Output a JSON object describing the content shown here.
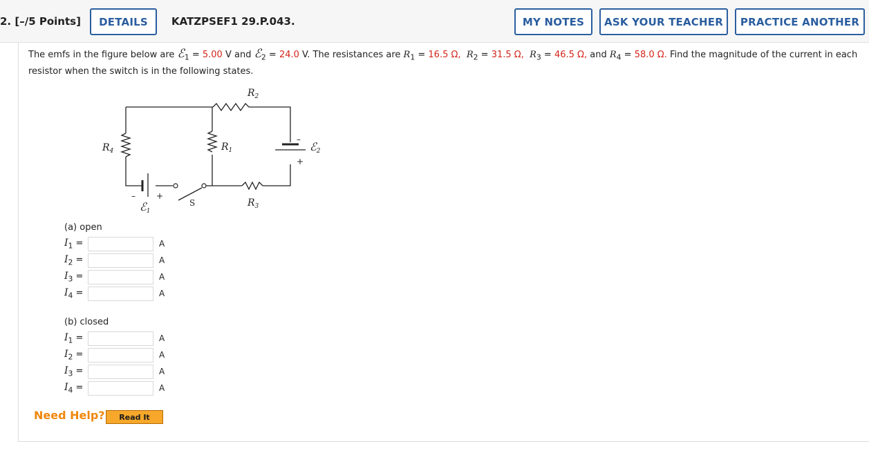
{
  "header": {
    "question_number": "2. [–/5 Points]",
    "details_label": "DETAILS",
    "problem_code": "KATZPSEF1 29.P.043.",
    "my_notes_label": "MY NOTES",
    "ask_teacher_label": "ASK YOUR TEACHER",
    "practice_another_label": "PRACTICE ANOTHER"
  },
  "problem": {
    "t1": "The emfs in the figure below are ",
    "emf1_sym": "ℰ",
    "emf1_sub": "1",
    "eq": " = ",
    "emf1_value": "5.00",
    "t2": " V and ",
    "emf2_sym": "ℰ",
    "emf2_sub": "2",
    "emf2_value": "24.0",
    "t3": " V. The resistances are ",
    "r_sym": "R",
    "r1_sub": "1",
    "r1_value": "16.5 Ω,",
    "r2_sub": "2",
    "r2_value": "31.5 Ω,",
    "r3_sub": "3",
    "r3_value": "46.5 Ω,",
    "t_and": " and ",
    "r4_sub": "4",
    "r4_value": "58.0 Ω.",
    "t4": " Find the magnitude of the current in each resistor when the switch is in the following states."
  },
  "figure": {
    "label_r1": "R",
    "label_r1_sub": "1",
    "label_r2": "R",
    "label_r2_sub": "2",
    "label_r3": "R",
    "label_r3_sub": "3",
    "label_r4": "R",
    "label_r4_sub": "4",
    "label_e1": "ℰ",
    "label_e1_sub": "1",
    "label_e2": "ℰ",
    "label_e2_sub": "2",
    "label_s": "S",
    "plus": "+",
    "minus": "–"
  },
  "parts": {
    "a": {
      "label": "(a) open",
      "rows": [
        {
          "var": "I",
          "sub": "1",
          "eq": " =",
          "value": "",
          "unit": "A"
        },
        {
          "var": "I",
          "sub": "2",
          "eq": " =",
          "value": "",
          "unit": "A"
        },
        {
          "var": "I",
          "sub": "3",
          "eq": " =",
          "value": "",
          "unit": "A"
        },
        {
          "var": "I",
          "sub": "4",
          "eq": " =",
          "value": "",
          "unit": "A"
        }
      ]
    },
    "b": {
      "label": "(b) closed",
      "rows": [
        {
          "var": "I",
          "sub": "1",
          "eq": " =",
          "value": "",
          "unit": "A"
        },
        {
          "var": "I",
          "sub": "2",
          "eq": " =",
          "value": "",
          "unit": "A"
        },
        {
          "var": "I",
          "sub": "3",
          "eq": " =",
          "value": "",
          "unit": "A"
        },
        {
          "var": "I",
          "sub": "4",
          "eq": " =",
          "value": "",
          "unit": "A"
        }
      ]
    }
  },
  "help": {
    "label": "Need Help?",
    "read_it_label": "Read It"
  },
  "colors": {
    "accent_blue": "#2a5d9f",
    "given_value_red": "#d4251b",
    "help_orange": "#f0870b",
    "read_it_bg": "#f7a82b"
  }
}
